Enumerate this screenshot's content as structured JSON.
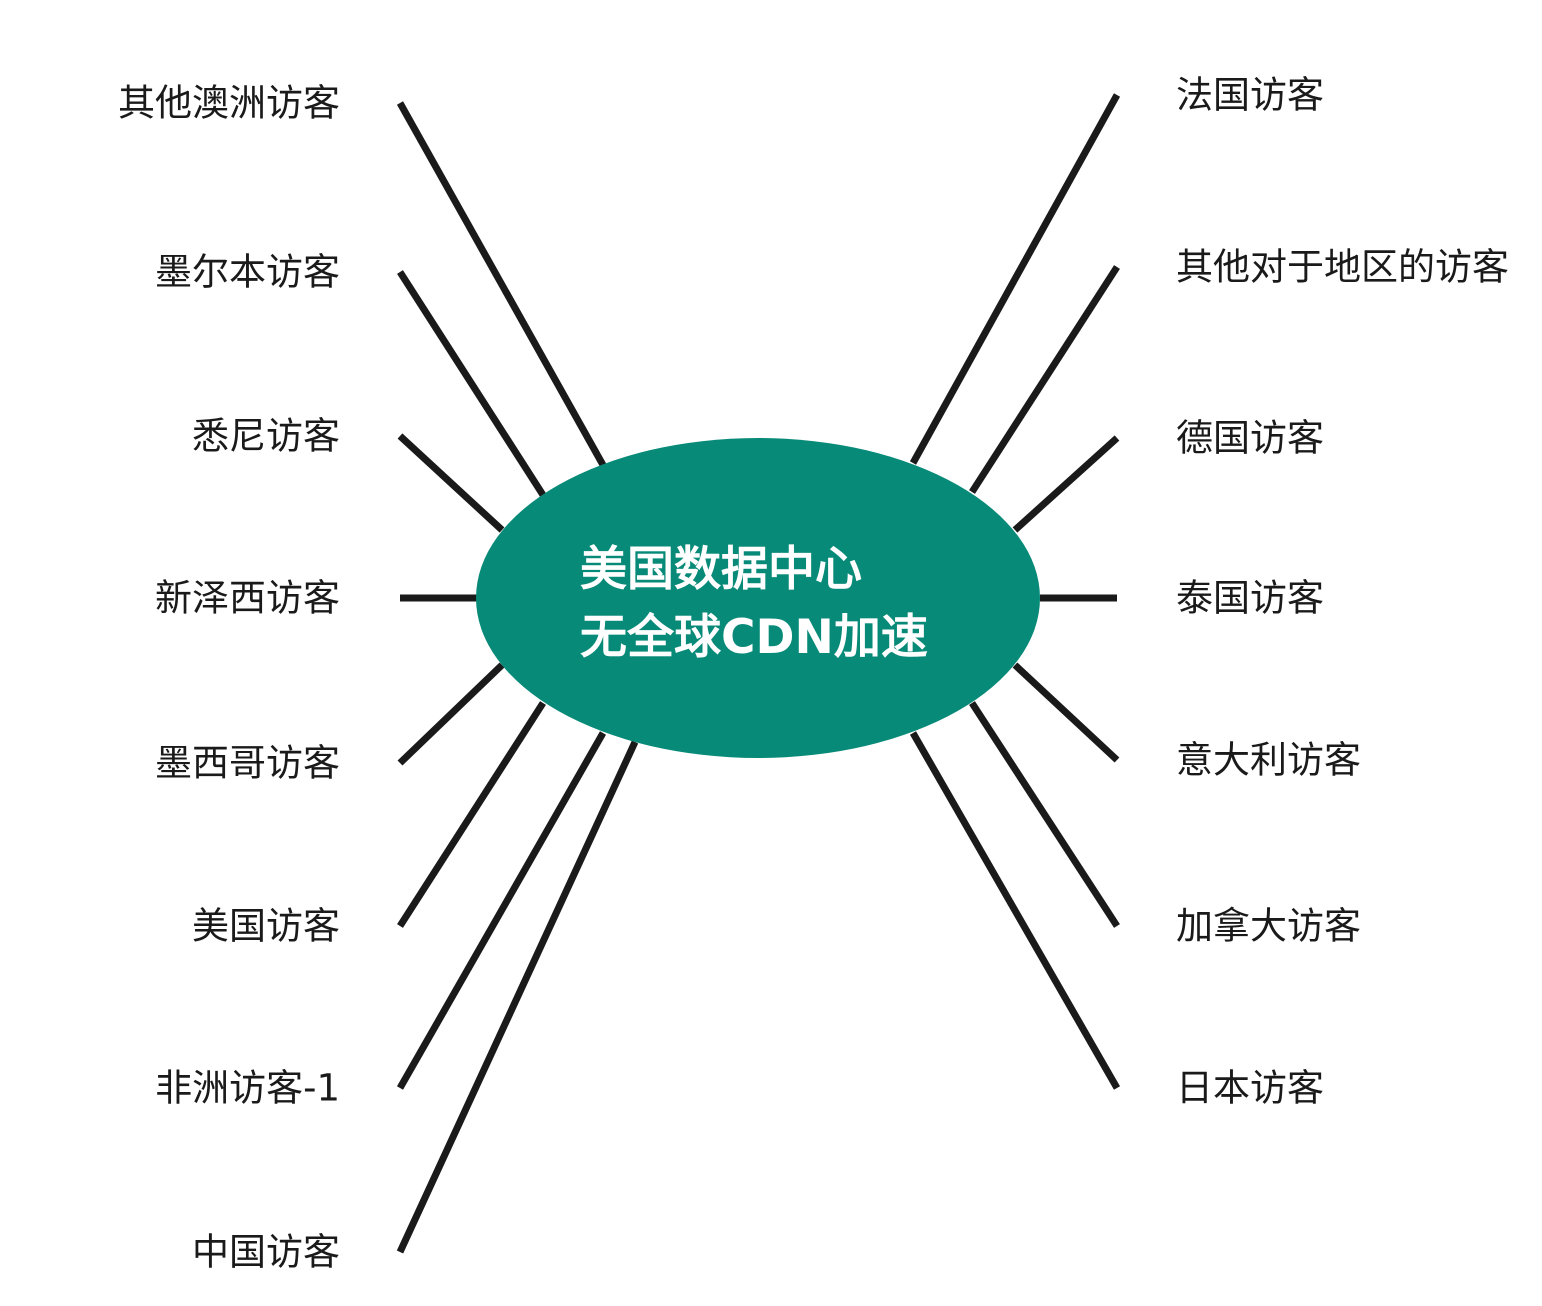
{
  "center": {
    "line1": "美国数据中心",
    "line2": "无全球CDN加速",
    "color": "#088a78"
  },
  "left_nodes": [
    "其他澳洲访客",
    "墨尔本访客",
    "悉尼访客",
    "新泽西访客",
    "墨西哥访客",
    "美国访客",
    "非洲访客-1",
    "中国访客"
  ],
  "right_nodes": [
    "法国访客",
    "其他对于地区的访客",
    "德国访客",
    "泰国访客",
    "意大利访客",
    "加拿大访客",
    "日本访客"
  ],
  "line_color": "#1a1a1a"
}
